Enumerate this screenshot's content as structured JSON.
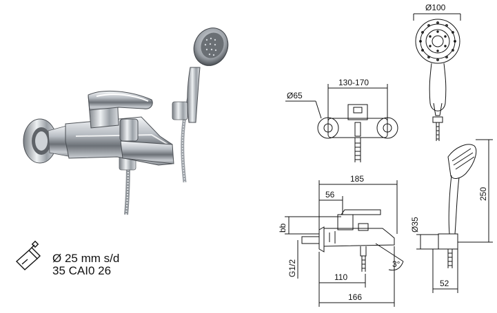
{
  "cartridge": {
    "line1": "Ø 25 mm s/d",
    "line2": "35 CAI0 26"
  },
  "dimensions": {
    "shower_head_diameter": "Ø100",
    "escutcheon_diameter": "Ø65",
    "center_distance": "130-170",
    "total_width": "185",
    "handle_offset": "56",
    "body_height": "bb",
    "connection": "G1/2",
    "spout_angle": "3°",
    "spout_reach": "110",
    "total_length": "166",
    "handle_diameter": "Ø35",
    "handshower_length": "250",
    "holder_depth": "52"
  },
  "colors": {
    "chrome_dark": "#5a5e63",
    "chrome_light": "#e9ecef",
    "line": "#111111"
  }
}
